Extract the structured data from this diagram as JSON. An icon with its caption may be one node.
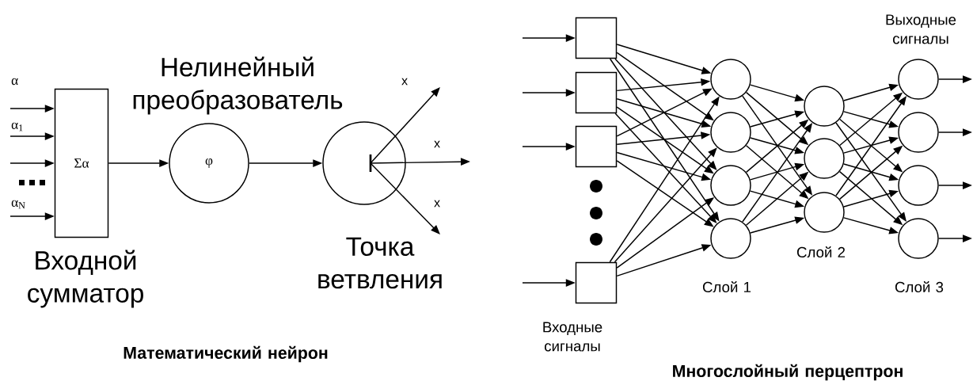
{
  "diagram": {
    "nodes": [
      {
        "text": [
          "Σα"
        ],
        "beside": [
          "Входной сумматор"
        ]
      },
      {
        "text": [
          "φ"
        ],
        "beside": [
          "Нелинейный преобразователь"
        ]
      },
      {
        "text": [],
        "shape": "circle",
        "beside": [
          "Точка ветвления"
        ]
      },
      {
        "text": [],
        "shape": "box"
      },
      {
        "text": [],
        "shape": "box"
      },
      {
        "text": [],
        "shape": "box"
      },
      {
        "text": [],
        "shape": "box"
      },
      {
        "text": [],
        "shape": "circle"
      },
      {
        "text": [],
        "shape": "circle"
      },
      {
        "text": [],
        "shape": "circle"
      },
      {
        "text": [],
        "shape": "circle"
      },
      {
        "text": [],
        "shape": "circle"
      },
      {
        "text": [],
        "shape": "circle"
      },
      {
        "text": [],
        "shape": "circle"
      },
      {
        "text": [],
        "shape": "circle"
      },
      {
        "text": [],
        "shape": "circle"
      },
      {
        "text": [],
        "shape": "circle"
      },
      {
        "text": [],
        "shape": "circle"
      }
    ],
    "edges": [
      {
        "from": null,
        "to": 0,
        "arrow": "to",
        "label": "α"
      },
      {
        "from": null,
        "to": 0,
        "arrow": "to",
        "label": "α$_{1}$"
      },
      {
        "from": null,
        "to": 0,
        "arrow": "to"
      },
      {
        "from": null,
        "to": 0,
        "arrow": "to",
        "label": "α$_{N}$"
      },
      {
        "from": 0,
        "to": 1,
        "arrow": "to"
      },
      {
        "from": 1,
        "to": 2,
        "arrow": "to"
      },
      {
        "from": 2,
        "to": null,
        "arrow": "to",
        "label": "x"
      },
      {
        "from": 2,
        "to": null,
        "arrow": "to",
        "label": "x"
      },
      {
        "from": 2,
        "to": null,
        "arrow": "to",
        "label": "x"
      },
      {
        "from": null,
        "to": 3,
        "arrow": "to"
      },
      {
        "from": null,
        "to": 4,
        "arrow": "to"
      },
      {
        "from": null,
        "to": 5,
        "arrow": "to"
      },
      {
        "from": null,
        "to": 6,
        "arrow": "to"
      },
      {
        "from": 3,
        "to": 7,
        "arrow": "to"
      },
      {
        "from": 3,
        "to": 8,
        "arrow": "to"
      },
      {
        "from": 3,
        "to": 9,
        "arrow": "to"
      },
      {
        "from": 3,
        "to": 10,
        "arrow": "to"
      },
      {
        "from": 4,
        "to": 7,
        "arrow": "to"
      },
      {
        "from": 4,
        "to": 8,
        "arrow": "to"
      },
      {
        "from": 4,
        "to": 9,
        "arrow": "to"
      },
      {
        "from": 4,
        "to": 10,
        "arrow": "to"
      },
      {
        "from": 5,
        "to": 7,
        "arrow": "to"
      },
      {
        "from": 5,
        "to": 8,
        "arrow": "to"
      },
      {
        "from": 5,
        "to": 9,
        "arrow": "to"
      },
      {
        "from": 5,
        "to": 10,
        "arrow": "to"
      },
      {
        "from": 6,
        "to": 7,
        "arrow": "to"
      },
      {
        "from": 6,
        "to": 8,
        "arrow": "to"
      },
      {
        "from": 6,
        "to": 9,
        "arrow": "to"
      },
      {
        "from": 6,
        "to": 10,
        "arrow": "to"
      },
      {
        "from": 7,
        "to": 11,
        "arrow": "to"
      },
      {
        "from": 7,
        "to": 12,
        "arrow": "to"
      },
      {
        "from": 7,
        "to": 13,
        "arrow": "to"
      },
      {
        "from": 8,
        "to": 11,
        "arrow": "to"
      },
      {
        "from": 8,
        "to": 12,
        "arrow": "to"
      },
      {
        "from": 8,
        "to": 13,
        "arrow": "to"
      },
      {
        "from": 9,
        "to": 11,
        "arrow": "to"
      },
      {
        "from": 9,
        "to": 12,
        "arrow": "to"
      },
      {
        "from": 9,
        "to": 13,
        "arrow": "to"
      },
      {
        "from": 10,
        "to": 11,
        "arrow": "to"
      },
      {
        "from": 10,
        "to": 12,
        "arrow": "to"
      },
      {
        "from": 10,
        "to": 13,
        "arrow": "to"
      },
      {
        "from": 11,
        "to": 14,
        "arrow": "to"
      },
      {
        "from": 11,
        "to": 15,
        "arrow": "to"
      },
      {
        "from": 11,
        "to": 16,
        "arrow": "to"
      },
      {
        "from": 11,
        "to": 17,
        "arrow": "to"
      },
      {
        "from": 12,
        "to": 14,
        "arrow": "to"
      },
      {
        "from": 12,
        "to": 15,
        "arrow": "to"
      },
      {
        "from": 12,
        "to": 16,
        "arrow": "to"
      },
      {
        "from": 12,
        "to": 17,
        "arrow": "to"
      },
      {
        "from": 13,
        "to": 14,
        "arrow": "to"
      },
      {
        "from": 13,
        "to": 15,
        "arrow": "to"
      },
      {
        "from": 13,
        "to": 16,
        "arrow": "to"
      },
      {
        "from": 13,
        "to": 17,
        "arrow": "to"
      },
      {
        "from": 14,
        "to": null,
        "arrow": "to"
      },
      {
        "from": 15,
        "to": null,
        "arrow": "to"
      },
      {
        "from": 16,
        "to": null,
        "arrow": "to"
      },
      {
        "from": 17,
        "to": null,
        "arrow": "to"
      }
    ],
    "labels": [
      "Математический нейрон",
      "Выходные сигналы",
      "Слой 2",
      "Слой 1",
      "Слой 3",
      "Входные сигналы",
      "Многослойный перцептрон"
    ]
  }
}
